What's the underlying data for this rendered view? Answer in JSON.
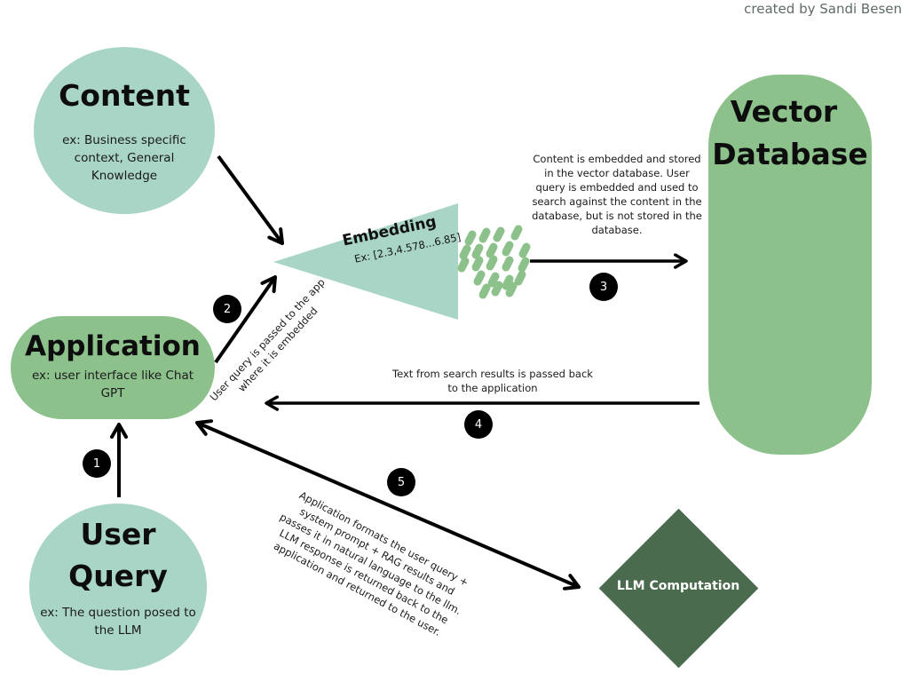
{
  "credit": "created by Sandi Besen",
  "colors": {
    "light_teal": "#a9d5c6",
    "medium_green": "#8cc18c",
    "dark_green": "#4b6b4e",
    "token_green": "#8cc18c",
    "arrow": "#000000",
    "badge": "#000000"
  },
  "nodes": {
    "content": {
      "title": "Content",
      "subtitle": "ex: Business specific context, General Knowledge"
    },
    "application": {
      "title": "Application",
      "subtitle": "ex: user interface like Chat GPT"
    },
    "user_query": {
      "title_line1": "User",
      "title_line2": "Query",
      "subtitle": "ex: The question posed to the LLM"
    },
    "embedding": {
      "title": "Embedding",
      "example": "Ex: [2.3,4.578...6.85]"
    },
    "vector_database": {
      "title_line1": "Vector",
      "title_line2": "Database",
      "record_rows": [
        4,
        3,
        4,
        3,
        3,
        4
      ]
    },
    "llm": {
      "title": "LLM Computation"
    }
  },
  "steps": [
    {
      "number": "1",
      "text": ""
    },
    {
      "number": "2",
      "text": "User query is passed to the app where it is embedded"
    },
    {
      "number": "3",
      "text": "Content is  embedded and stored in the vector database. User query is embedded and used to search against the content in the database, but is not stored in the database."
    },
    {
      "number": "4",
      "text": "Text from search results is passed back to the application"
    },
    {
      "number": "5",
      "text": "Application formats the user query + system prompt + RAG results and passes it in natural language to the llm. LLM response is returned back to the application and returned to the user."
    }
  ]
}
